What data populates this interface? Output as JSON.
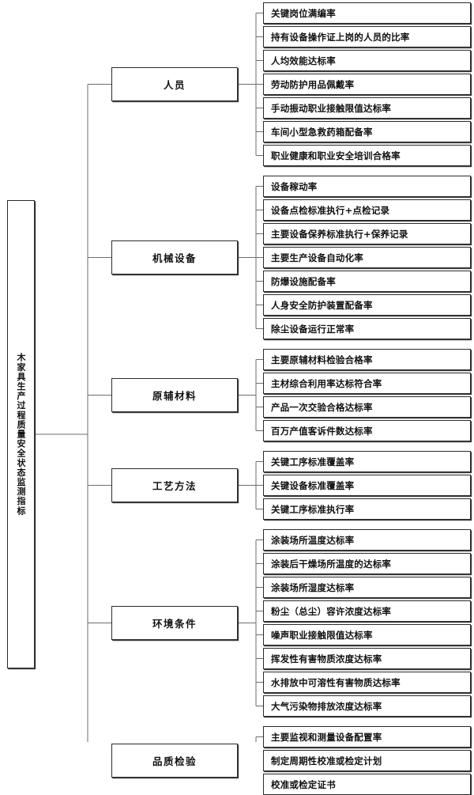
{
  "diagram": {
    "type": "tree-hierarchy",
    "orientation": "left-to-right",
    "root": {
      "label": "木家具生产过程质量安全状态监测指标",
      "text_orientation": "vertical"
    },
    "line_color": "#6e6e6e",
    "box_border_color": "#2b2b2b",
    "box_fill_color": "#ffffff",
    "text_color": "#111111",
    "categories": [
      {
        "label": "人员",
        "indicators": [
          "关键岗位满编率",
          "持有设备操作证上岗的人员的比率",
          "人均效能达标率",
          "劳动防护用品佩戴率",
          "手动振动职业接触限值达标率",
          "车间小型急救药箱配备率",
          "职业健康和职业安全培训合格率"
        ]
      },
      {
        "label": "机械设备",
        "indicators": [
          "设备稼动率",
          "设备点检标准执行+点检记录",
          "主要设备保养标准执行+保养记录",
          "主要生产设备自动化率",
          "防爆设施配备率",
          "人身安全防护装置配备率",
          "除尘设备运行正常率"
        ]
      },
      {
        "label": "原辅材料",
        "indicators": [
          "主要原辅材料检验合格率",
          "主材综合利用率达标符合率",
          "产品一次交验合格达标率",
          "百万产值客诉件数达标率"
        ]
      },
      {
        "label": "工艺方法",
        "indicators": [
          "关键工序标准覆盖率",
          "关键设备标准覆盖率",
          "关键工序标准执行率"
        ]
      },
      {
        "label": "环境条件",
        "indicators": [
          "涂装场所温度达标率",
          "涂装后干燥场所温度的达标率",
          "涂装场所湿度达标率",
          "粉尘（总尘）容许浓度达标率",
          "噪声职业接触限值达标率",
          "挥发性有害物质浓度达标率",
          "水排放中可溶性有害物质达标率",
          "大气污染物排放浓度达标率"
        ]
      },
      {
        "label": "品质检验",
        "indicators": [
          "主要监视和测量设备配置率",
          "制定周期性校准或检定计划",
          "校准或检定证书"
        ]
      }
    ]
  }
}
